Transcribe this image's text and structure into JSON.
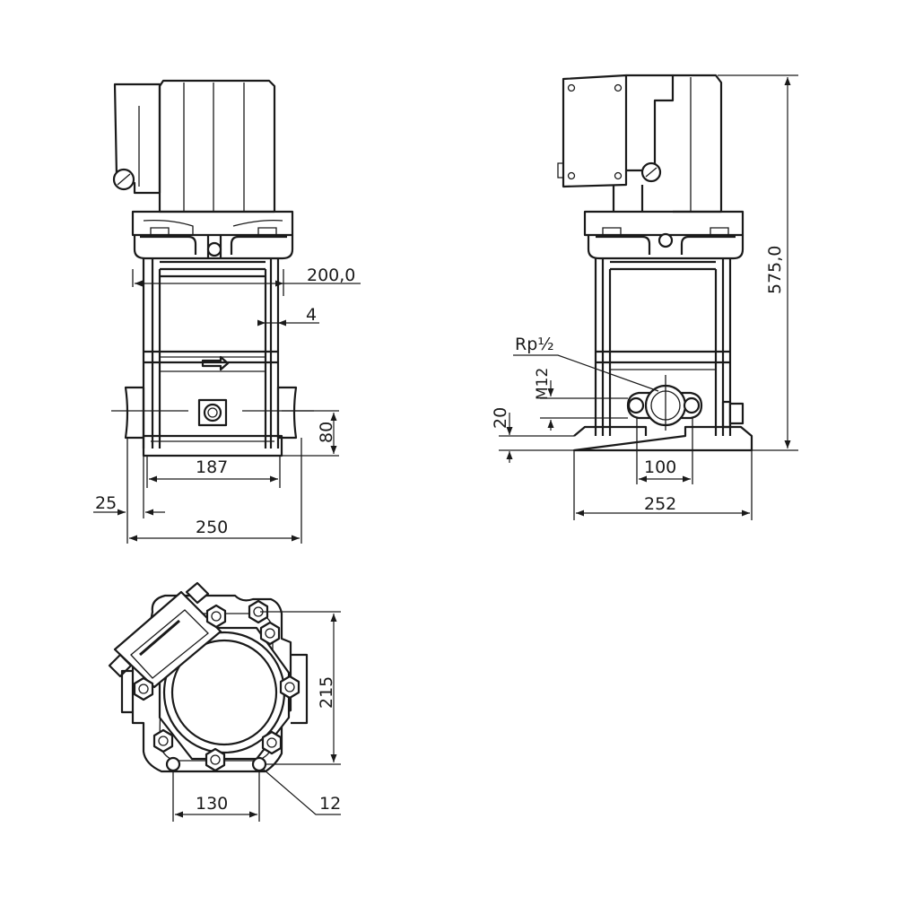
{
  "dimensions": {
    "front_width_top": "200,0",
    "front_wall": "4",
    "front_height_80": "80",
    "front_187": "187",
    "front_25": "25",
    "front_250": "250",
    "side_thread": "Rp½",
    "side_bolt": "M12",
    "side_20": "20",
    "side_100": "100",
    "side_252": "252",
    "side_height": "575,0",
    "plan_215": "215",
    "plan_130": "130",
    "plan_hole": "12"
  }
}
